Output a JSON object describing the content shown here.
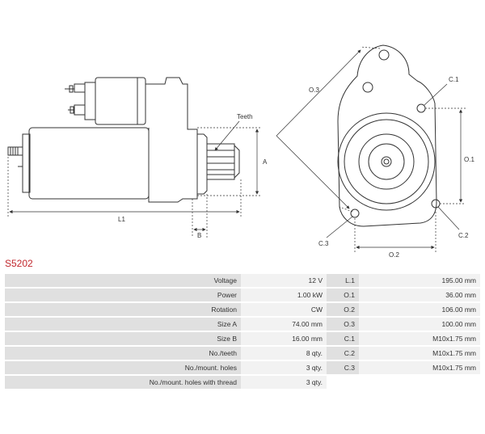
{
  "product": {
    "code": "S5202"
  },
  "drawing": {
    "labels": {
      "teeth": "Teeth",
      "a": "A",
      "b": "B",
      "l1": "L1",
      "o1": "O.1",
      "o2": "O.2",
      "o3": "O.3",
      "c1": "C.1",
      "c2": "C.2",
      "c3": "C.3"
    }
  },
  "specs": [
    {
      "label": "Voltage",
      "value": "12 V",
      "dim_label": "L.1",
      "dim_value": "195.00 mm"
    },
    {
      "label": "Power",
      "value": "1.00 kW",
      "dim_label": "O.1",
      "dim_value": "36.00 mm"
    },
    {
      "label": "Rotation",
      "value": "CW",
      "dim_label": "O.2",
      "dim_value": "106.00 mm"
    },
    {
      "label": "Size A",
      "value": "74.00 mm",
      "dim_label": "O.3",
      "dim_value": "100.00 mm"
    },
    {
      "label": "Size B",
      "value": "16.00 mm",
      "dim_label": "C.1",
      "dim_value": "M10x1.75 mm"
    },
    {
      "label": "No./teeth",
      "value": "8 qty.",
      "dim_label": "C.2",
      "dim_value": "M10x1.75 mm"
    },
    {
      "label": "No./mount. holes",
      "value": "3 qty.",
      "dim_label": "C.3",
      "dim_value": "M10x1.75 mm"
    },
    {
      "label": "No./mount. holes with thread",
      "value": "3 qty.",
      "dim_label": "",
      "dim_value": ""
    }
  ]
}
